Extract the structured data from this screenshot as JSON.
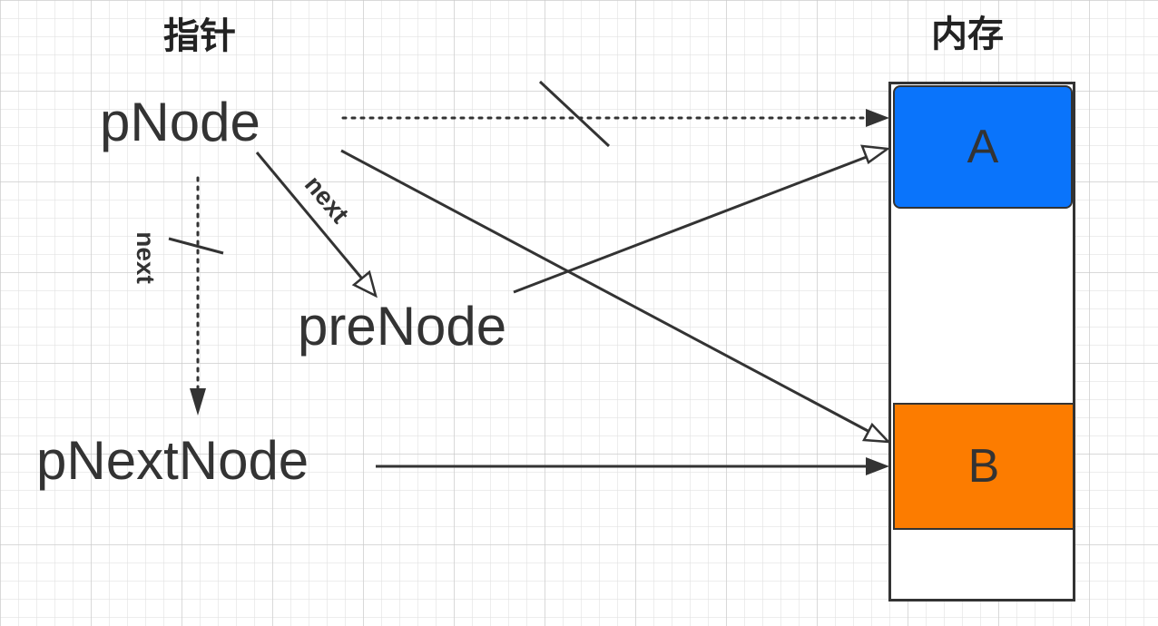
{
  "headings": {
    "pointers": "指针",
    "memory": "内存"
  },
  "pointers": {
    "pnode": "pNode",
    "prenode": "preNode",
    "pnextnode": "pNextNode"
  },
  "memory": {
    "cell_a": "A",
    "cell_b": "B"
  },
  "edge_labels": {
    "next_vertical": "next",
    "next_diagonal": "next"
  },
  "colors": {
    "cell_a": "#0A74FB",
    "cell_b": "#FC7C00",
    "stroke": "#333333"
  }
}
